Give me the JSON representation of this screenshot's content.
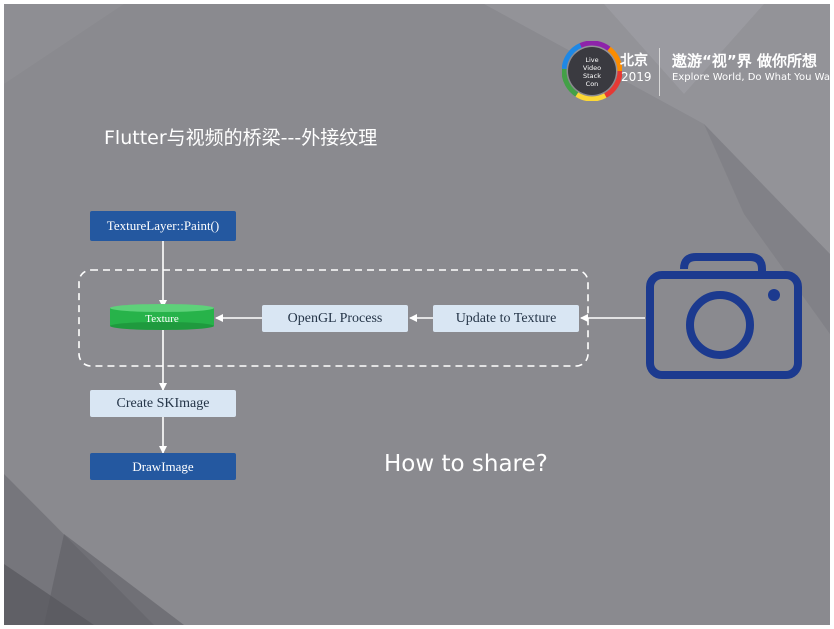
{
  "brand": {
    "logo_lines": [
      "Live",
      "Video",
      "Stack",
      "Con"
    ],
    "city": "北京",
    "year": "2019",
    "slogan_cn": "遨游“视”界 做你所想",
    "slogan_en": "Explore World, Do What You Want"
  },
  "slide_title": "Flutter与视频的桥梁---外接纹理",
  "diagram": {
    "nodes": {
      "texture_layer_paint": "TextureLayer::Paint()",
      "texture": "Texture",
      "opengl_process": "OpenGL Process",
      "update_to_texture": "Update to Texture",
      "create_skimage": "Create SKImage",
      "draw_image": "DrawImage"
    }
  },
  "question": "How to share?",
  "icons": {
    "camera": "camera-icon",
    "logo": "live-video-stack-con-logo"
  },
  "colors": {
    "background": "#8a8a8f",
    "dark_box": "#2458a0",
    "light_box": "#d9e6f3",
    "texture_green": "#27b34a",
    "camera_stroke": "#1c3a8f"
  }
}
